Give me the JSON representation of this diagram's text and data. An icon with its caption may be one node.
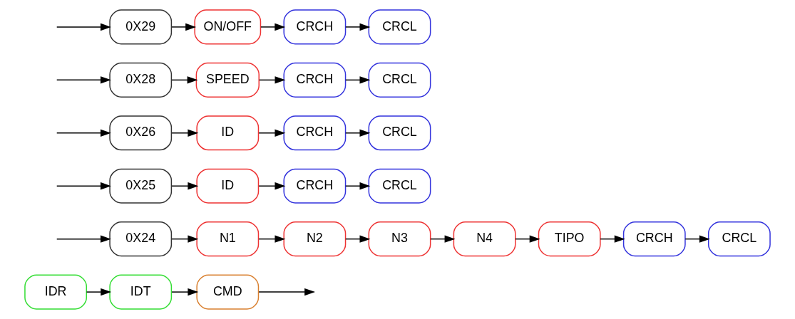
{
  "diagram": {
    "nodes": [
      {
        "text": [
          "IDR"
        ]
      },
      {
        "text": [
          "IDT"
        ]
      },
      {
        "text": [
          "CMD"
        ]
      },
      {
        "text": [
          "0X24"
        ]
      },
      {
        "text": [
          "N1"
        ]
      },
      {
        "text": [
          "N2"
        ]
      },
      {
        "text": [
          "N3"
        ]
      },
      {
        "text": [
          "N4"
        ]
      },
      {
        "text": [
          "TIPO"
        ]
      },
      {
        "text": [
          "CRCH"
        ]
      },
      {
        "text": [
          "CRCL"
        ]
      },
      {
        "text": [
          "0X25"
        ]
      },
      {
        "text": [
          "ID"
        ]
      },
      {
        "text": [
          "CRCH"
        ]
      },
      {
        "text": [
          "CRCL"
        ]
      },
      {
        "text": [
          "0X26"
        ]
      },
      {
        "text": [
          "ID"
        ]
      },
      {
        "text": [
          "CRCH"
        ]
      },
      {
        "text": [
          "CRCL"
        ]
      },
      {
        "text": [
          "0X28"
        ]
      },
      {
        "text": [
          "SPEED"
        ]
      },
      {
        "text": [
          "CRCH"
        ]
      },
      {
        "text": [
          "CRCL"
        ]
      },
      {
        "text": [
          "0X29"
        ]
      },
      {
        "text": [
          "ON/OFF"
        ]
      },
      {
        "text": [
          "CRCH"
        ]
      },
      {
        "text": [
          "CRCL"
        ]
      }
    ],
    "edges": [
      {
        "from": 0,
        "to": 1,
        "arrow": "to"
      },
      {
        "from": 1,
        "to": 2,
        "arrow": "to"
      },
      {
        "from": 2,
        "to": null,
        "arrow": "to"
      },
      {
        "from": null,
        "to": 3,
        "arrow": "to"
      },
      {
        "from": 3,
        "to": 4,
        "arrow": "to"
      },
      {
        "from": 4,
        "to": 5,
        "arrow": "to"
      },
      {
        "from": 5,
        "to": 6,
        "arrow": "to"
      },
      {
        "from": 6,
        "to": 7,
        "arrow": "to"
      },
      {
        "from": 7,
        "to": 8,
        "arrow": "to"
      },
      {
        "from": 8,
        "to": 9,
        "arrow": "to"
      },
      {
        "from": 9,
        "to": 10,
        "arrow": "to"
      },
      {
        "from": null,
        "to": 11,
        "arrow": "to"
      },
      {
        "from": 11,
        "to": 12,
        "arrow": "to"
      },
      {
        "from": 12,
        "to": 13,
        "arrow": "to"
      },
      {
        "from": 13,
        "to": 14,
        "arrow": "to"
      },
      {
        "from": null,
        "to": 15,
        "arrow": "to"
      },
      {
        "from": 15,
        "to": 16,
        "arrow": "to"
      },
      {
        "from": 16,
        "to": 17,
        "arrow": "to"
      },
      {
        "from": 17,
        "to": 18,
        "arrow": "to"
      },
      {
        "from": null,
        "to": 19,
        "arrow": "to"
      },
      {
        "from": 19,
        "to": 20,
        "arrow": "to"
      },
      {
        "from": 20,
        "to": 21,
        "arrow": "to"
      },
      {
        "from": 21,
        "to": 22,
        "arrow": "to"
      },
      {
        "from": null,
        "to": 23,
        "arrow": "to"
      },
      {
        "from": 23,
        "to": 24,
        "arrow": "to"
      },
      {
        "from": 24,
        "to": 25,
        "arrow": "to"
      },
      {
        "from": 25,
        "to": 26,
        "arrow": "to"
      }
    ]
  }
}
